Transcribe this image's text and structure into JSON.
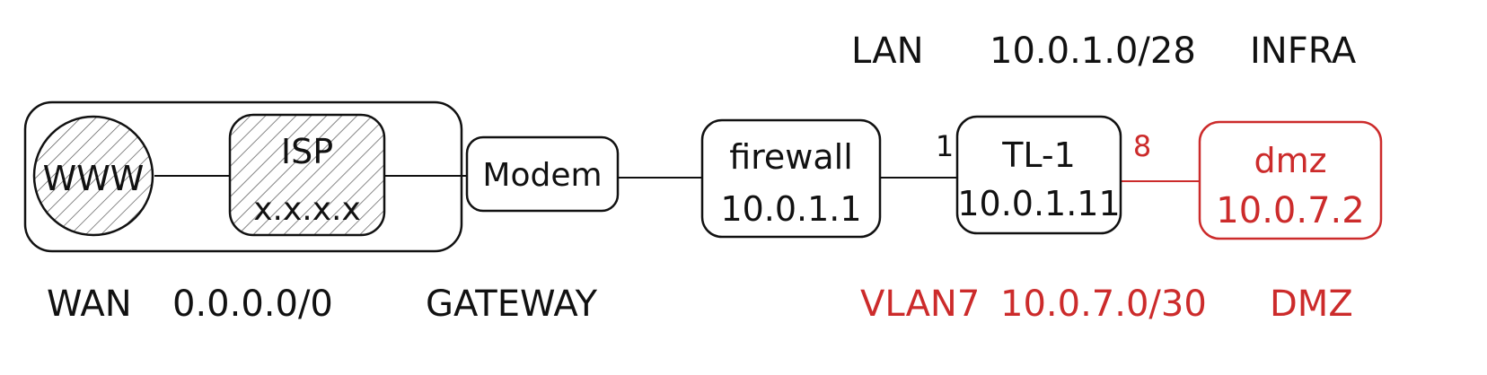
{
  "colors": {
    "ink": "#111111",
    "dmz_red": "#cc2b2b",
    "hatch": "#555555",
    "background": "#ffffff"
  },
  "nodes": {
    "www": {
      "label": "WWW"
    },
    "isp": {
      "label": "ISP",
      "address": "x.x.x.x"
    },
    "modem": {
      "label": "Modem"
    },
    "firewall": {
      "label": "firewall",
      "address": "10.0.1.1"
    },
    "switch": {
      "label": "TL-1",
      "address": "10.0.1.11"
    },
    "dmz": {
      "label": "dmz",
      "address": "10.0.7.2"
    }
  },
  "ports": {
    "switch_in": "1",
    "switch_dmz": "8"
  },
  "networks": {
    "lan": {
      "name": "LAN",
      "subnet": "10.0.1.0/28",
      "zone": "INFRA"
    },
    "wan": {
      "name": "WAN",
      "subnet": "0.0.0.0/0",
      "zone": "GATEWAY"
    },
    "vlan7": {
      "name": "VLAN7",
      "subnet": "10.0.7.0/30",
      "zone": "DMZ"
    }
  }
}
